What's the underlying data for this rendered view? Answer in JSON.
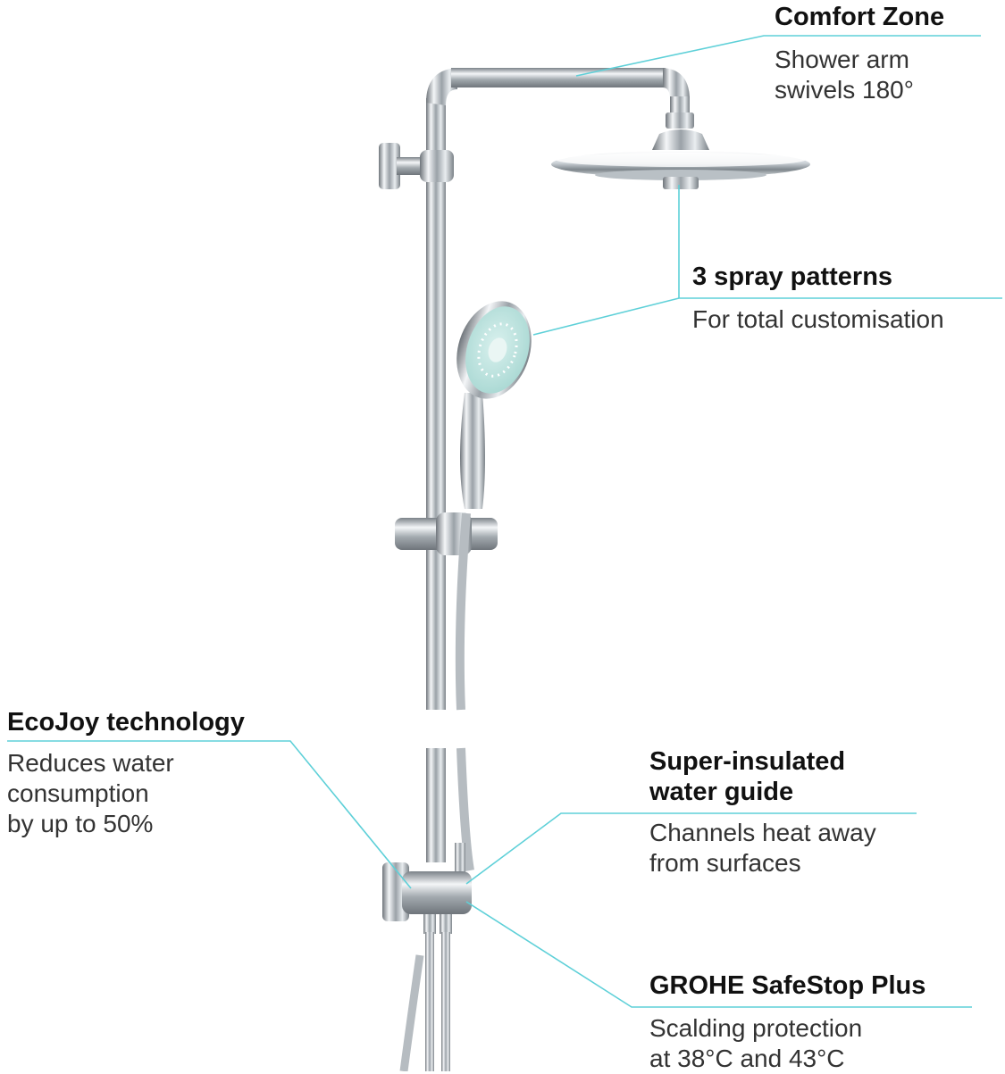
{
  "colors": {
    "leader_line": "#5ed0d8",
    "chrome_dark": "#6f757b",
    "chrome_light": "#f4f6f8",
    "spray_face": "#bfe6e2"
  },
  "callouts": {
    "comfort_zone": {
      "title": "Comfort Zone",
      "desc": [
        "Shower arm",
        "swivels 180°"
      ]
    },
    "spray_patterns": {
      "title": "3 spray patterns",
      "desc": [
        "For total customisation"
      ]
    },
    "ecojoy": {
      "title": "EcoJoy technology",
      "desc": [
        "Reduces water",
        "consumption",
        "by up to 50%"
      ]
    },
    "insulated": {
      "title": [
        "Super-insulated",
        "water guide"
      ],
      "desc": [
        "Channels heat away",
        "from surfaces"
      ]
    },
    "safestop": {
      "title": "GROHE SafeStop Plus",
      "desc": [
        "Scalding protection",
        "at 38°C and 43°C"
      ]
    }
  }
}
